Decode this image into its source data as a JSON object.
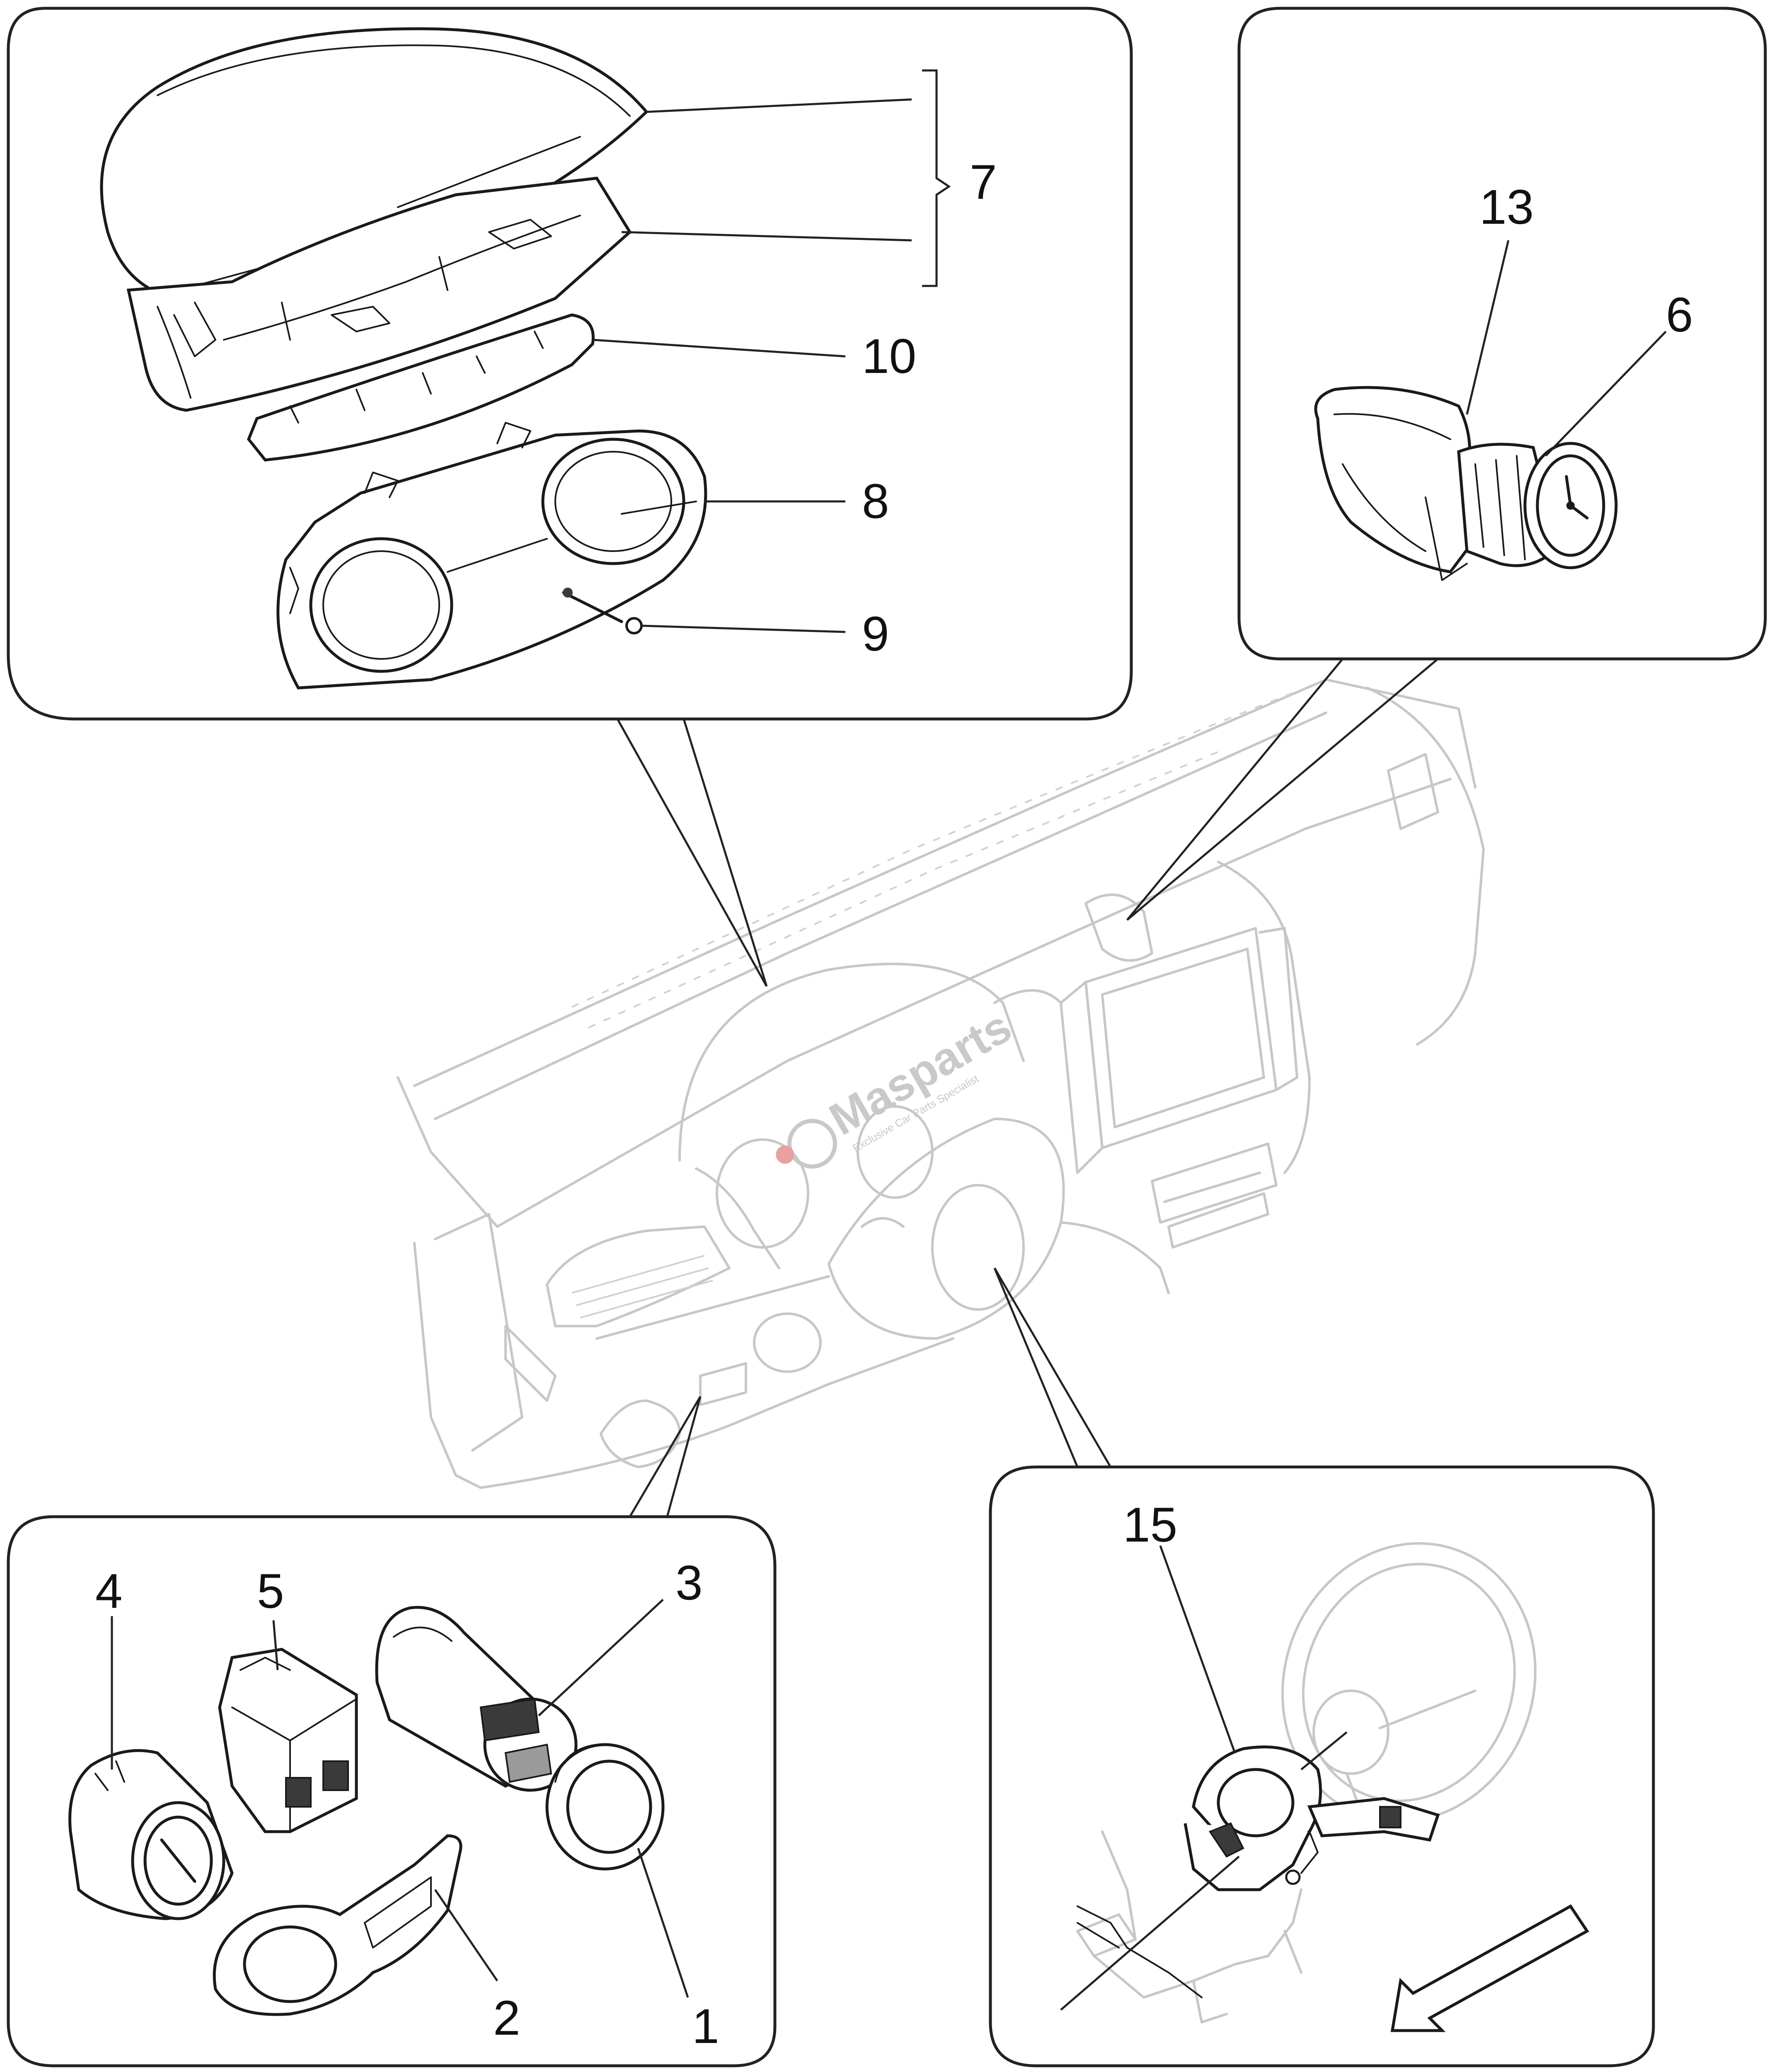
{
  "callouts": {
    "c1": "1",
    "c2": "2",
    "c3": "3",
    "c4": "4",
    "c5": "5",
    "c6": "6",
    "c7": "7",
    "c8": "8",
    "c9": "9",
    "c10": "10",
    "c13": "13",
    "c15": "15"
  },
  "watermark": {
    "brand": "Masparts",
    "tagline": "Exclusive Car Parts Specialist"
  },
  "colors": {
    "ink": "#1a1a1a",
    "ghost": "#c7c7c7",
    "watermark_accent": "#e8a0a0"
  }
}
